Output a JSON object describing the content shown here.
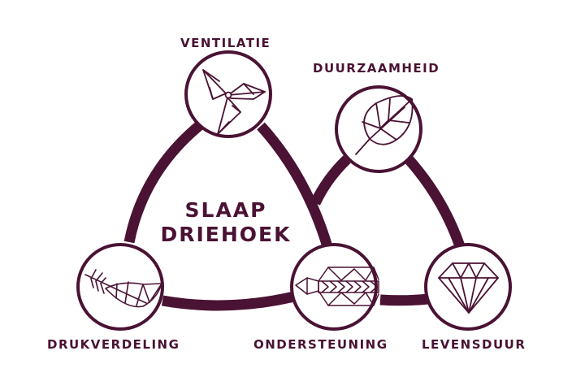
{
  "colors": {
    "primary": "#4a1233",
    "background": "#ffffff"
  },
  "title": {
    "line1": "SLAAP",
    "line2": "DRIEHOEK"
  },
  "labels": {
    "ventilatie": "VENTILATIE",
    "duurzaamheid": "DUURZAAMHEID",
    "drukverdeling": "DRUKVERDELING",
    "ondersteuning": "ONDERSTEUNING",
    "levensduur": "LEVENSDUUR"
  },
  "nodes": [
    {
      "key": "ventilatie",
      "icon": "pinwheel-icon"
    },
    {
      "key": "duurzaamheid",
      "icon": "leaf-icon"
    },
    {
      "key": "drukverdeling",
      "icon": "feather-icon"
    },
    {
      "key": "ondersteuning",
      "icon": "spring-icon"
    },
    {
      "key": "levensduur",
      "icon": "diamond-icon"
    }
  ]
}
